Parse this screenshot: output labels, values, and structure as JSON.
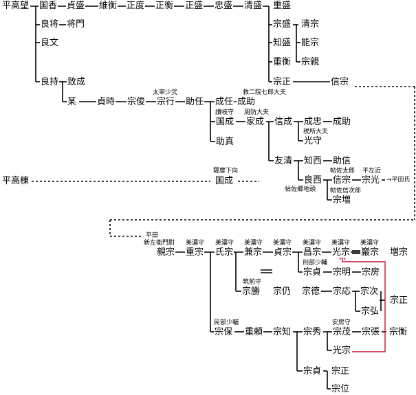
{
  "colors": {
    "line": "#000000",
    "adoption_line": "#c8102e"
  },
  "names": {
    "hei_takamochi": "平高望",
    "kunika": "国香",
    "sadamori": "貞盛",
    "koretoki_1": "維衡",
    "masado": "正度",
    "masahira": "正衡",
    "masamori": "正盛",
    "tadamori": "忠盛",
    "kiyomori": "清盛",
    "shigemori": "重盛",
    "yoshimasa": "良将",
    "masakado": "将門",
    "yoshifumi": "良文",
    "munemori": "宗盛",
    "kiyomune": "清宗",
    "tomomori": "知盛",
    "yoshimune": "能宗",
    "shigehira": "重衡",
    "munechika": "宗親",
    "shoshin": "宗正",
    "nobumune": "信宗",
    "yoshimochi": "良持",
    "munenari": "致成",
    "bou": "某",
    "sadatoki": "貞時",
    "munetoshi": "宗俊",
    "muneyuki": "宗行",
    "suketo": "助任",
    "shigeto": "成任",
    "shigesuke": "成助",
    "kuninari": "国成",
    "ienari": "家成",
    "nobunari": "信成",
    "shigetada": "成忠",
    "shigesuke2": "成助",
    "mitsumori": "光守",
    "sukezane": "助真",
    "tomokiyo": "友清",
    "tomonishi": "知西",
    "sukenobu": "助信",
    "yoshinishi": "良西",
    "nobumune2": "信宗",
    "munemitsu": "宗光",
    "munemasu": "宗増",
    "taira_takamune": "平高棟",
    "kuninari2": "国成",
    "chikamune": "親宗",
    "shigemune": "重宗",
    "ujimune": "氏宗",
    "kanemune": "兼宗",
    "sadamune": "貞宗",
    "masamune": "昌宗",
    "mitsumune": "光宗",
    "iwamune": "巖宗",
    "masumune": "増宗",
    "munesada": "宗貞",
    "muneaki": "宗明",
    "munefusa": "宗房",
    "munekatsu": "宗勝",
    "munenori": "宗仍",
    "munenori2": "宗徳",
    "muneou": "宗応",
    "munetsugu": "宗次",
    "munehiro": "宗弘",
    "munemasa2": "宗正",
    "muneyasu": "宗保",
    "shigeyori": "重頼",
    "munetomo": "宗知",
    "munehide": "宗秀",
    "munemochi": "宗茂",
    "munecho": "宗張",
    "munehira": "宗衡",
    "mitsumune2": "光宗",
    "munesada2": "宗貞",
    "munemasa3": "宗正",
    "munei": "宗位"
  },
  "titles": {
    "dazai_shoni": "太宰少弐",
    "kyuni_shichiro": "救二院七郎大夫",
    "sanuki_kami": "讃岐守",
    "suo_taifu": "周防大夫",
    "zeisho_taifu": "税所大夫",
    "chusa_taro": "帖佐太郎",
    "hei_sakon": "平左近",
    "chusa_gochito": "帖佐郷地頭",
    "chusa_shinjiro": "帖佐信次郎",
    "satsuma_shimomuki": "薩摩下向",
    "to_hei_shi": "→平田氏",
    "hirata": "平田",
    "shin_saemon": "新左衛門尉",
    "mino_1": "美濃守",
    "mino_2": "美濃守",
    "mino_3": "美濃守",
    "mino_4": "美濃守",
    "mino_5": "美濃守",
    "mino_6": "美濃守",
    "mino_7": "美濃守",
    "gyobu_shoyu": "刑部少輔",
    "chikuzen_kami": "筑前守",
    "minbu_shoyu": "民部少輔",
    "awa_kami": "安房守"
  }
}
